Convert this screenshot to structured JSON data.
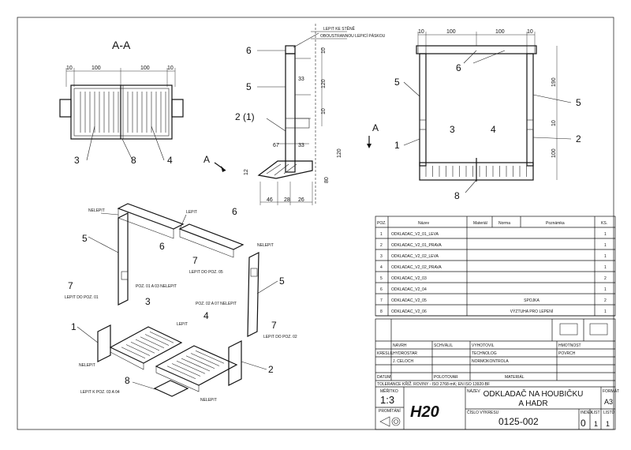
{
  "views": {
    "section_label": "A-A",
    "section_mark": "A",
    "note_glue_wall": "LEPIT KE STĚNĚ",
    "note_tape": "OBOUSTRANNOU LEPICÍ PÁSKOU",
    "dims_section": [
      "10",
      "100",
      "100",
      "10"
    ],
    "dims_side_small": [
      "33",
      "120",
      "10",
      "10"
    ],
    "dims_side_bottom": [
      "67",
      "33",
      "120",
      "12",
      "80",
      "46",
      "28",
      "26"
    ],
    "dims_front_top": [
      "10",
      "100",
      "100",
      "10"
    ],
    "dims_front_side": [
      "190",
      "10",
      "100"
    ],
    "callouts": {
      "sec_3": "3",
      "sec_8": "8",
      "sec_4": "4",
      "side_6": "6",
      "side_5": "5",
      "side_2": "2 (1)",
      "front_5l": "5",
      "front_5r": "5",
      "front_6": "6",
      "front_1": "1",
      "front_2": "2",
      "front_3": "3",
      "front_4": "4",
      "front_8": "8",
      "iso_6": "6",
      "iso_6b": "6",
      "iso_5l": "5",
      "iso_5r": "5",
      "iso_7a": "7",
      "iso_7b": "7",
      "iso_7c": "7",
      "iso_1": "1",
      "iso_2": "2",
      "iso_3": "3",
      "iso_4": "4",
      "iso_8": "8"
    },
    "iso_notes": {
      "n1": "NELEPIT",
      "n2": "LEPIT",
      "n3": "NELEPIT",
      "n4": "LEPIT DO POZ. 05",
      "n5": "POZ. 01 A 03 NELEPIT",
      "n6": "LEPIT DO POZ. 01",
      "n7": "POZ. 02 A 07 NELEPIT",
      "n8": "LEPIT",
      "n9": "LEPIT DO POZ. 02",
      "n10": "NELEPIT",
      "n11": "LEPIT K POZ. 03 A 04",
      "n12": "NELEPIT"
    }
  },
  "parts_list": {
    "headers": [
      "POZ.",
      "Název",
      "Materiál",
      "Norma",
      "Poznámka",
      "KS."
    ],
    "rows": [
      {
        "poz": "1",
        "name": "ODKLADAC_V2_01_LEVA",
        "note": "",
        "qty": "1"
      },
      {
        "poz": "2",
        "name": "ODKLADAC_V2_01_PRAVA",
        "note": "",
        "qty": "1"
      },
      {
        "poz": "3",
        "name": "ODKLADAC_V2_02_LEVA",
        "note": "",
        "qty": "1"
      },
      {
        "poz": "4",
        "name": "ODKLADAC_V2_02_PRAVA",
        "note": "",
        "qty": "1"
      },
      {
        "poz": "5",
        "name": "ODKLADAC_V2_03",
        "note": "",
        "qty": "2"
      },
      {
        "poz": "6",
        "name": "ODKLADAC_V2_04",
        "note": "",
        "qty": "1"
      },
      {
        "poz": "7",
        "name": "ODKLADAC_V2_05",
        "note": "SPOJKA",
        "qty": "2"
      },
      {
        "poz": "8",
        "name": "ODKLADAC_V2_06",
        "note": "VÝZTUHA PRO LEPENÍ",
        "qty": "1"
      }
    ]
  },
  "title_block": {
    "lbl_navrhl": "NÁVRH",
    "val_navrhl": "HYDROSTAR",
    "lbl_kreslil": "KRESLIL",
    "val_kreslil": "J. CELOCH",
    "lbl_schvalil": "SCHVÁLIL",
    "lbl_vyhotovil": "VYHOTOVIL",
    "lbl_technolog": "TECHNOLOG",
    "lbl_normokontrola": "NORMOKONTROLA",
    "lbl_datum": "DATUM",
    "lbl_polotovar": "POLOTOVAR",
    "lbl_material": "MATERIÁL",
    "lbl_hmotnost": "HMOTNOST",
    "lbl_povrch": "POVRCH",
    "lbl_tolerance": "TOLERANCE",
    "tolerance_text": "KŘÍŽ. ROVINY - ISO 2768-mK; EN ISO 13920-BF",
    "lbl_meritko": "MĚŘÍTKO",
    "scale": "1:3",
    "lbl_promitani": "PROMÍTÁNÍ",
    "logo": "H20",
    "lbl_nazev": "NÁZEV",
    "title_line1": "ODKLADAČ NA HOUBIČKU",
    "title_line2": "A HADR",
    "lbl_cislo": "ČÍSLO VÝKRESU",
    "drawing_no": "0125-002",
    "lbl_format": "FORMÁT",
    "format": "A3",
    "lbl_index": "INDEX",
    "index": "0",
    "lbl_list": "LIST",
    "sheet": "1",
    "lbl_listu": "LISTŮ",
    "sheets": "1"
  }
}
